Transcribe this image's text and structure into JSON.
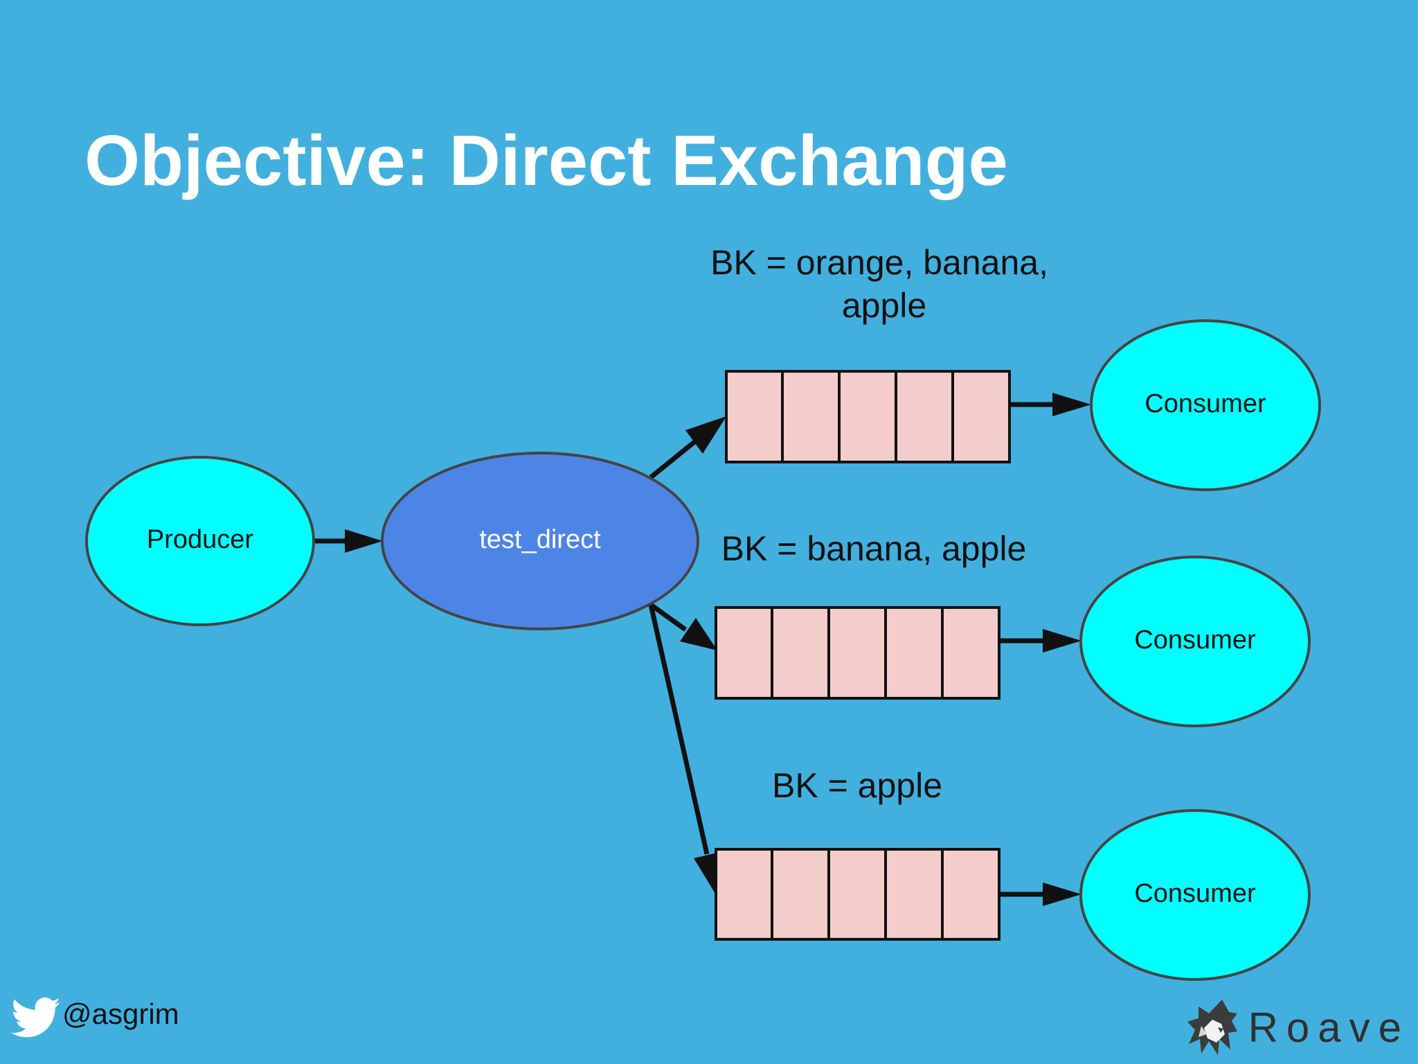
{
  "slide": {
    "title": "Objective: Direct Exchange"
  },
  "colors": {
    "background": "#42b0de",
    "endpoint_fill": "#00ffff",
    "exchange_fill": "#4d85e6",
    "queue_fill": "#f3cccc",
    "stroke": "#111111"
  },
  "producer": {
    "label": "Producer"
  },
  "exchange": {
    "label": "test_direct"
  },
  "bindings": [
    {
      "bk_lines": [
        "BK = orange, banana,",
        "apple"
      ],
      "queue_slots": 5,
      "consumer_label": "Consumer"
    },
    {
      "bk_lines": [
        "BK = banana, apple"
      ],
      "queue_slots": 5,
      "consumer_label": "Consumer"
    },
    {
      "bk_lines": [
        "BK = apple"
      ],
      "queue_slots": 5,
      "consumer_label": "Consumer"
    }
  ],
  "footer": {
    "handle": "@asgrim",
    "brand": "Roave",
    "twitter_icon": "twitter-bird-icon",
    "brand_icon": "roave-dog-logo-icon"
  }
}
